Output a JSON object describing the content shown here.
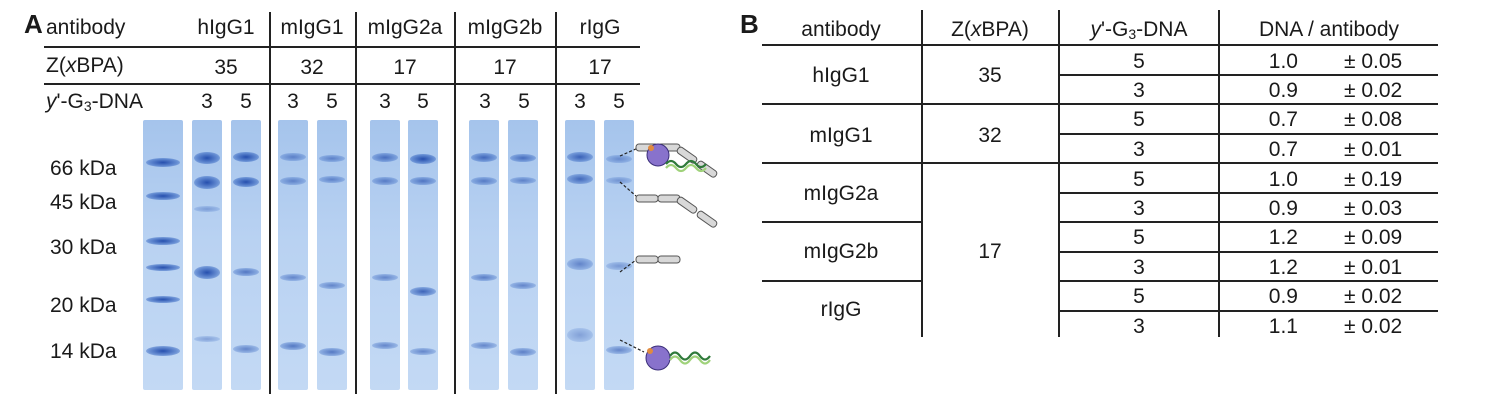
{
  "panel_a": {
    "letter": "A",
    "row_labels": {
      "antibody": "antibody",
      "z_pre": "Z(",
      "z_italic": "x",
      "z_post": "BPA)",
      "y_italic": "y",
      "y_post": "'-G",
      "y_sub": "3",
      "y_end": "-DNA"
    },
    "antibodies": [
      "hIgG1",
      "mIgG1",
      "mIgG2a",
      "mIgG2b",
      "rIgG"
    ],
    "z_values": [
      "35",
      "32",
      "17",
      "17",
      "17"
    ],
    "lane_labels": [
      "3",
      "5",
      "3",
      "5",
      "3",
      "5",
      "3",
      "5",
      "3",
      "5"
    ],
    "markers": [
      "66 kDa",
      "45 kDa",
      "30 kDa",
      "20 kDa",
      "14 kDa"
    ]
  },
  "panel_b": {
    "letter": "B",
    "headers": {
      "antibody": "antibody",
      "z_pre": "Z(",
      "z_italic": "x",
      "z_post": "BPA)",
      "y_italic": "y",
      "y_post": "'-G",
      "y_sub": "3",
      "y_end": "-DNA",
      "ratio": "DNA / antibody"
    },
    "groups": [
      {
        "antibody": "hIgG1",
        "z": "35"
      },
      {
        "antibody": "mIgG1",
        "z": "32"
      },
      {
        "antibody": "mIgG2a",
        "z": ""
      },
      {
        "antibody": "mIgG2b",
        "z": "17"
      },
      {
        "antibody": "rIgG",
        "z": ""
      }
    ],
    "rows": [
      {
        "dna": "5",
        "ratio": "1.0",
        "err": "± 0.05"
      },
      {
        "dna": "3",
        "ratio": "0.9",
        "err": "± 0.02"
      },
      {
        "dna": "5",
        "ratio": "0.7",
        "err": "± 0.08"
      },
      {
        "dna": "3",
        "ratio": "0.7",
        "err": "± 0.01"
      },
      {
        "dna": "5",
        "ratio": "1.0",
        "err": "± 0.19"
      },
      {
        "dna": "3",
        "ratio": "0.9",
        "err": "± 0.03"
      },
      {
        "dna": "5",
        "ratio": "1.2",
        "err": "± 0.09"
      },
      {
        "dna": "3",
        "ratio": "1.2",
        "err": "± 0.01"
      },
      {
        "dna": "5",
        "ratio": "0.9",
        "err": "± 0.02"
      },
      {
        "dna": "3",
        "ratio": "1.1",
        "err": "± 0.02"
      }
    ]
  }
}
